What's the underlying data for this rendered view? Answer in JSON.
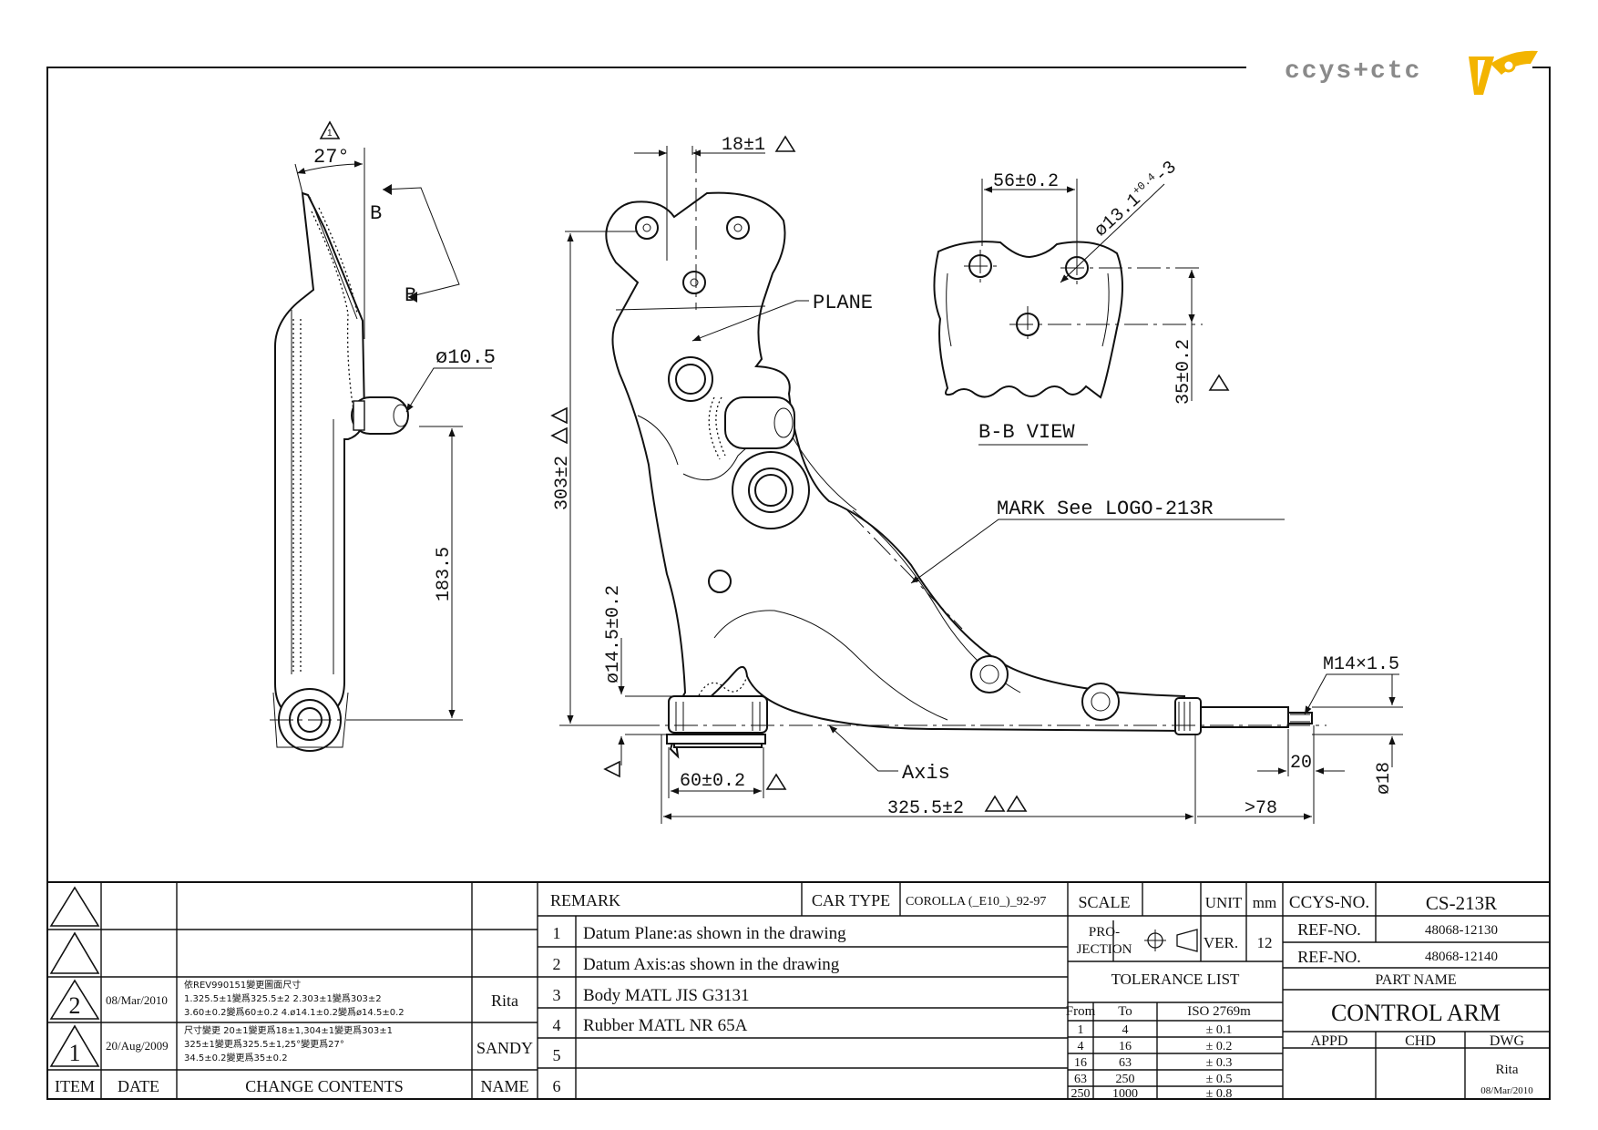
{
  "logo": {
    "text": "ccys+ctc",
    "accent": "#f3b400",
    "brand_gray": "#8a8a8a"
  },
  "drawing": {
    "side_view": {
      "angle": "27°",
      "section_marks": [
        "B",
        "B"
      ],
      "hole_dia": "ø10.5",
      "height": "183.5"
    },
    "main_view": {
      "top_dim": "18±1",
      "height": "303±2",
      "plane_label": "PLANE",
      "mark_label": "MARK See LOGO-213R",
      "axis_label": "Axis",
      "bush_dia": "ø14.5±0.2",
      "bush_width": "60±0.2",
      "overall": "325.5±2",
      "stud_len": ">78",
      "thread": "M14×1.5",
      "tip": "20",
      "stud_dia": "ø18"
    },
    "bb_view": {
      "width": "56±0.2",
      "hole": "ø13.1",
      "hole_tol_upper": "+0.4",
      "hole_tol_lower": "-3",
      "height": "35±0.2",
      "title": "B-B VIEW"
    },
    "rev_marks": [
      "1",
      "2"
    ]
  },
  "title_block": {
    "revisions": {
      "headers": [
        "ITEM",
        "DATE",
        "CHANGE CONTENTS",
        "NAME"
      ],
      "rows": [
        {
          "item": "2",
          "date": "08/Mar/2010",
          "content": [
            "依REV990151變更圖面尺寸",
            "1.325.5±1變爲325.5±2  2.303±1變爲303±2",
            "3.60±0.2變爲60±0.2  4.ø14.1±0.2變爲ø14.5±0.2"
          ],
          "name": "Rita"
        },
        {
          "item": "1",
          "date": "20/Aug/2009",
          "content": [
            "尺寸變更 20±1變更爲18±1,304±1變更爲303±1",
            "325±1變更爲325.5±1,25°變更爲27°",
            "34.5±0.2變更爲35±0.2"
          ],
          "name": "SANDY"
        }
      ]
    },
    "remark": {
      "header": "REMARK",
      "car_type_label": "CAR TYPE",
      "car_type": "COROLLA (_E10_)_92-97",
      "items": [
        {
          "no": "1",
          "text": "Datum Plane:as shown in the drawing"
        },
        {
          "no": "2",
          "text": "Datum Axis:as shown in the drawing"
        },
        {
          "no": "3",
          "text": "Body MATL JIS G3131"
        },
        {
          "no": "4",
          "text": "Rubber MATL NR 65A"
        },
        {
          "no": "5",
          "text": ""
        },
        {
          "no": "6",
          "text": ""
        }
      ]
    },
    "scale_label": "SCALE",
    "unit_label": "UNIT",
    "unit": "mm",
    "projection_label": "PRO-\nJECTION",
    "projection_line1": "PRO-",
    "projection_line2": "JECTION",
    "ver_label": "VER.",
    "ver": "12",
    "tolerance": {
      "title": "TOLERANCE LIST",
      "headers": [
        "From",
        "To",
        "ISO 2769m"
      ],
      "rows": [
        [
          "1",
          "4",
          "± 0.1"
        ],
        [
          "4",
          "16",
          "± 0.2"
        ],
        [
          "16",
          "63",
          "± 0.3"
        ],
        [
          "63",
          "250",
          "± 0.5"
        ],
        [
          "250",
          "1000",
          "± 0.8"
        ]
      ]
    },
    "ccys_no_label": "CCYS-NO.",
    "ccys_no": "CS-213R",
    "ref_no_label": "REF-NO.",
    "ref_nos": [
      "48068-12130",
      "48068-12140"
    ],
    "part_name_label": "PART NAME",
    "part_name": "CONTROL ARM",
    "appd_label": "APPD",
    "chd_label": "CHD",
    "dwg_label": "DWG",
    "dwg_name": "Rita",
    "dwg_date": "08/Mar/2010"
  }
}
